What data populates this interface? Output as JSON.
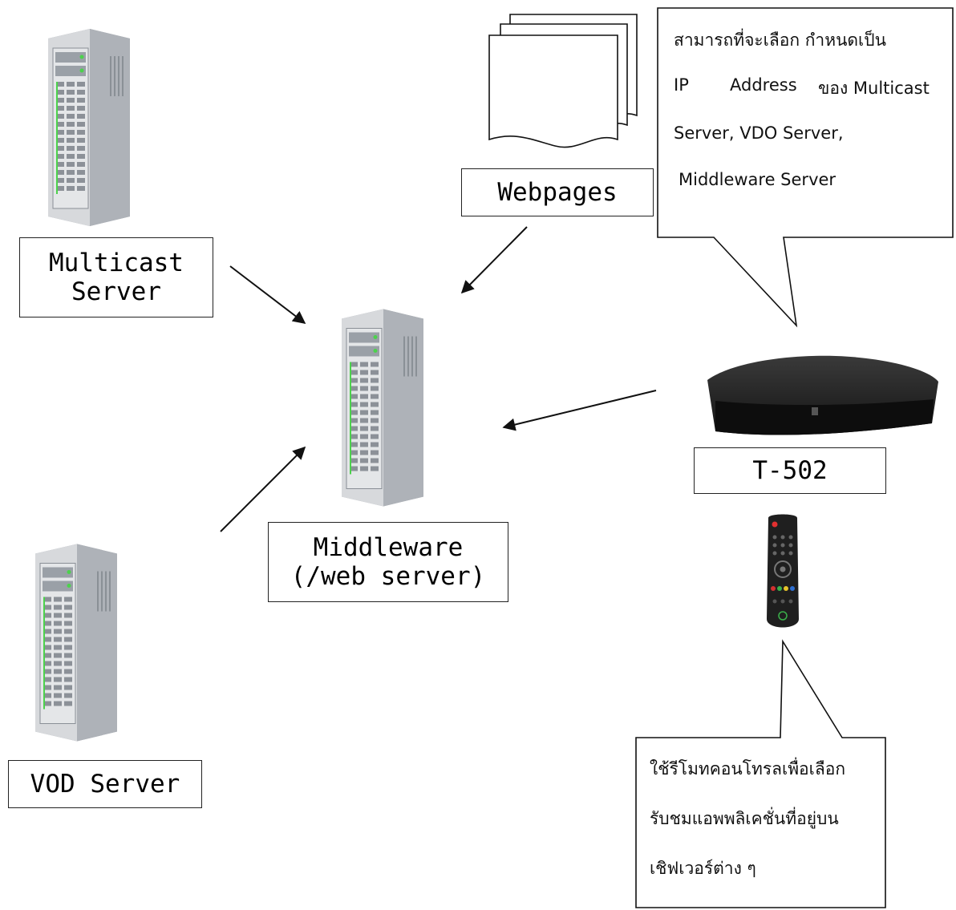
{
  "nodes": {
    "multicast": {
      "label": "Multicast\nServer"
    },
    "vod": {
      "label": "VOD Server"
    },
    "middleware": {
      "label": "Middleware\n(/web server)"
    },
    "webpages": {
      "label": "Webpages"
    },
    "stb": {
      "label": "T-502"
    }
  },
  "callouts": {
    "top": {
      "lines": [
        "สามารถที่จะเลือก กำหนดเป็น",
        "IP",
        "Address",
        "ของ Multicast",
        "Server, VDO Server,",
        "Middleware Server"
      ]
    },
    "bottom": {
      "lines": [
        "ใช้รีโมทคอนโทรลเพื่อเลือก",
        "รับชมแอพพลิเคชั่นที่อยู่บน",
        "เชิฟเวอร์ต่าง ๆ"
      ]
    }
  },
  "colors": {
    "server_body": "#c9ccd1",
    "server_dark": "#7f848b",
    "led_green": "#4cd24c",
    "stb_body": "#1a1a1a",
    "remote_body": "#1f1f1f"
  }
}
